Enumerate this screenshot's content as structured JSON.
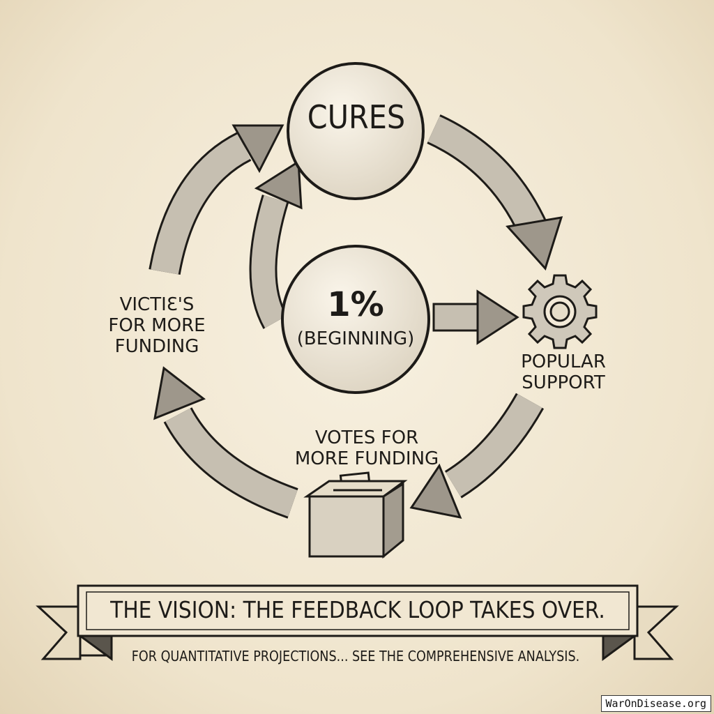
{
  "nodes": {
    "cures": "CURES",
    "start_pct": "1%",
    "start_label": "(BEGINNING)",
    "popular_support": [
      "POPULAR",
      "SUPPORT"
    ],
    "votes": [
      "VOTES FOR",
      "MORE FUNDING"
    ],
    "victories": [
      "VICTIƐ'S",
      "FOR MORE",
      "FUNDING"
    ]
  },
  "banner": {
    "title": "THE VISION: THE FEEDBACK LOOP TAKES OVER.",
    "subtitle": "FOR QUANTITATIVE PROJECTIONS... SEE THE COMPREHENSIVE ANALYSIS."
  },
  "watermark": "WarOnDisease.org",
  "colors": {
    "ink": "#1d1b18",
    "paper": "#f3ead8",
    "arrow_fill": "#b9b2a5"
  }
}
